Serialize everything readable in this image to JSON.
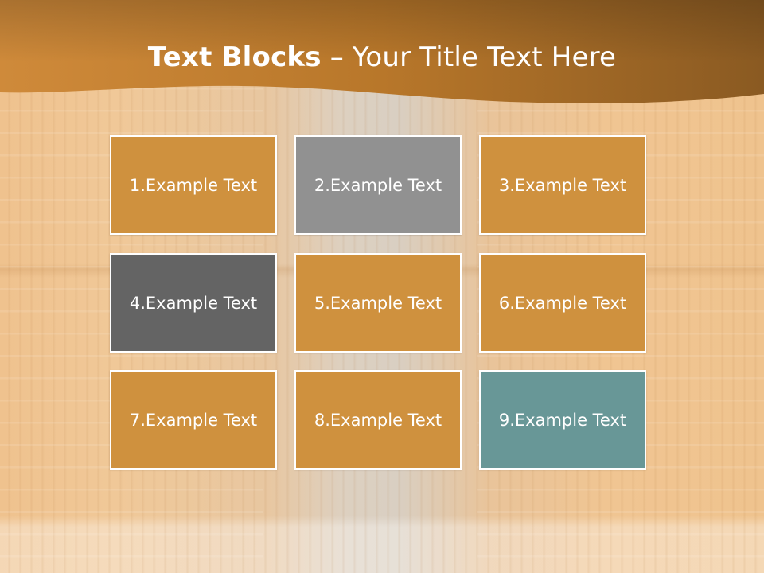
{
  "slide": {
    "title_bold": "Text Blocks",
    "title_dash": " – ",
    "title_rest": "Your Title Text Here"
  },
  "colors": {
    "header_dark": "#7a4f1c",
    "header_mid": "#b8772a",
    "header_light": "#cf8a3a",
    "block_orange": "#cf913e",
    "block_gray": "#919191",
    "block_dark_gray": "#646464",
    "block_teal": "#689797",
    "block_border": "#ffffff"
  },
  "blocks": [
    {
      "label": "1.Example Text",
      "color": "#cf913e"
    },
    {
      "label": "2.Example Text",
      "color": "#919191"
    },
    {
      "label": "3.Example Text",
      "color": "#cf913e"
    },
    {
      "label": "4.Example Text",
      "color": "#646464"
    },
    {
      "label": "5.Example Text",
      "color": "#cf913e"
    },
    {
      "label": "6.Example Text",
      "color": "#cf913e"
    },
    {
      "label": "7.Example Text",
      "color": "#cf913e"
    },
    {
      "label": "8.Example Text",
      "color": "#cf913e"
    },
    {
      "label": "9.Example Text",
      "color": "#689797"
    }
  ]
}
